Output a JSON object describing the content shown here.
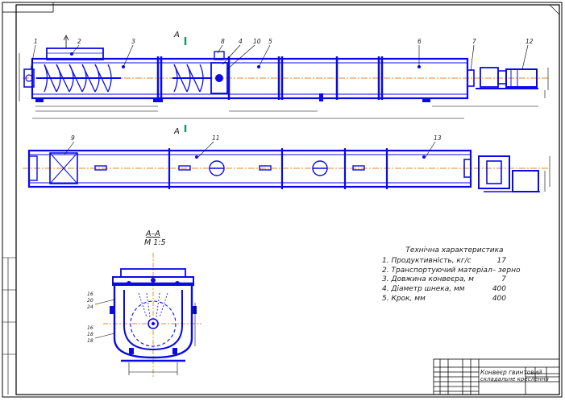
{
  "drawing": {
    "section_mark": "А",
    "section_title": "А–А",
    "section_scale": "М 1:5",
    "callouts": [
      "1",
      "2",
      "3",
      "8",
      "4",
      "10",
      "5",
      "6",
      "7",
      "12",
      "9",
      "11",
      "13"
    ],
    "section_dims": [
      "16",
      "20",
      "24",
      "16",
      "18",
      "18"
    ]
  },
  "specs": {
    "title": "Технічна характеристика",
    "rows": [
      {
        "label": "1. Продуктивність, кг/с",
        "value": "17"
      },
      {
        "label": "2. Транспортуючий матеріал– зерно",
        "value": ""
      },
      {
        "label": "3. Довжина конвеєра, м",
        "value": "7"
      },
      {
        "label": "4. Діаметр шнека, мм",
        "value": "400"
      },
      {
        "label": "5. Крок, мм",
        "value": "400"
      }
    ]
  },
  "title_block": {
    "name_line1": "Конвеєр гвинтовий",
    "name_line2": "складальне креслення"
  },
  "colors": {
    "line": "#0a0ae6",
    "frame": "#000000",
    "axis": "#e08a2c",
    "mark": "#1a9a6a",
    "text": "#1a1a1a"
  }
}
